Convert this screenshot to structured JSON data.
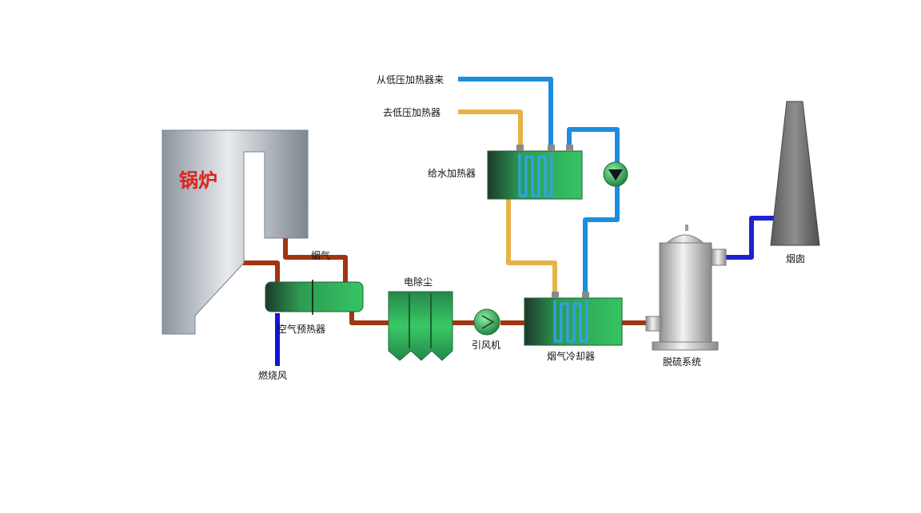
{
  "labels": {
    "boiler": "锅炉",
    "flue_gas": "烟气",
    "air_preheater": "空气预热器",
    "combustion_air": "燃烧风",
    "esp": "电除尘",
    "id_fan": "引风机",
    "flue_gas_cooler": "烟气冷却器",
    "desulfurization": "脱硫系统",
    "chimney": "烟囱",
    "feedwater_heater": "给水加热器",
    "from_lp_heater": "从低压加热器来",
    "to_lp_heater": "去低压加热器"
  },
  "colors": {
    "flue_pipe": "#a0350f",
    "hot_water_pipe": "#e5b347",
    "cold_water_pipe": "#1d8de0",
    "combustion_air_pipe": "#1414d8",
    "chimney_pipe": "#1e22d0",
    "equipment_green": "#2ca34a",
    "boiler_label": "#e0241c"
  },
  "icons": {
    "fan": "fan-icon",
    "pump": "pump-icon"
  }
}
